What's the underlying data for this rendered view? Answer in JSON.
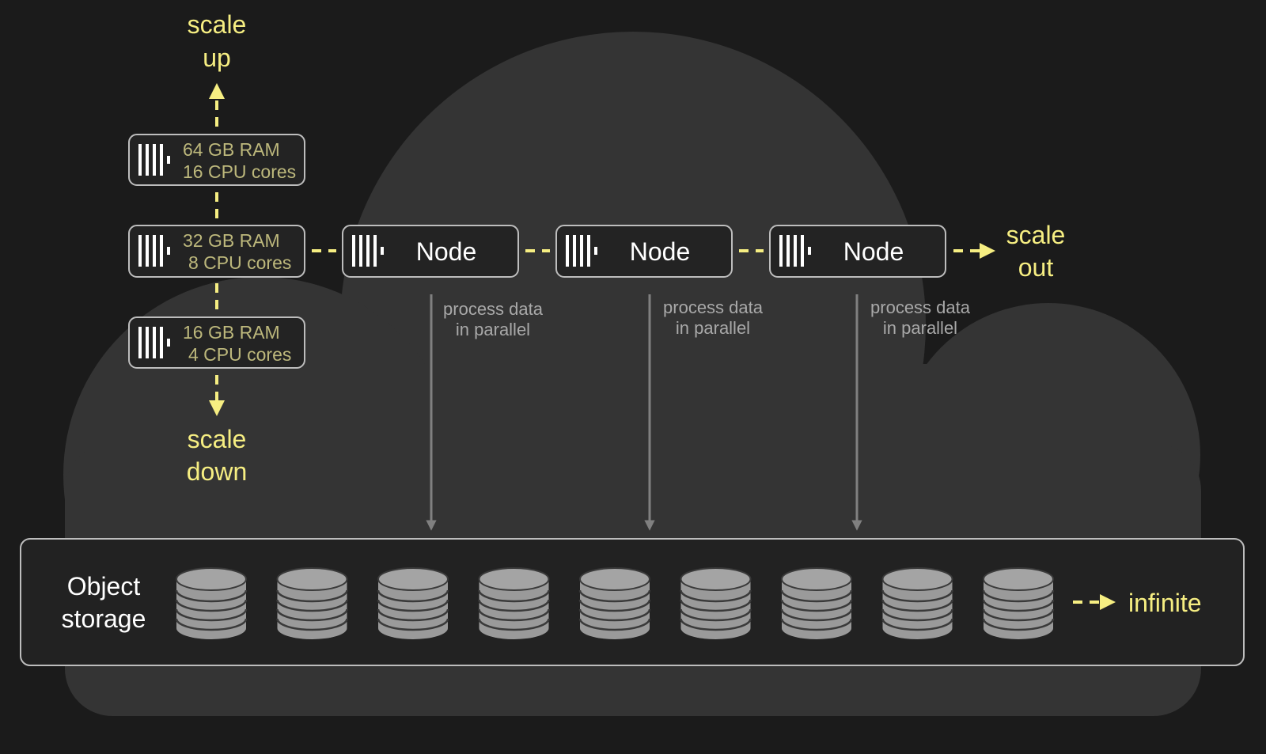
{
  "colors": {
    "background": "#1b1b1b",
    "cloud": "#343434",
    "accent_yellow": "#f6ee82",
    "spec_text": "#bdb87c",
    "arrow_gray": "#808080",
    "box_border": "#bdbdbd"
  },
  "scaling": {
    "up_label": [
      "scale",
      "up"
    ],
    "down_label": [
      "scale",
      "down"
    ],
    "out_label": [
      "scale",
      "out"
    ]
  },
  "vertical_nodes": [
    {
      "ram": "64 GB RAM",
      "cpu": "16 CPU cores",
      "icon": "clickhouse-logo-icon"
    },
    {
      "ram": "32 GB RAM",
      "cpu": "8 CPU cores",
      "icon": "clickhouse-logo-icon"
    },
    {
      "ram": "16 GB RAM",
      "cpu": "4 CPU cores",
      "icon": "clickhouse-logo-icon"
    }
  ],
  "horizontal_nodes": [
    {
      "label": "Node",
      "note": [
        "process data",
        "in parallel"
      ],
      "icon": "clickhouse-logo-icon"
    },
    {
      "label": "Node",
      "note": [
        "process data",
        "in parallel"
      ],
      "icon": "clickhouse-logo-icon"
    },
    {
      "label": "Node",
      "note": [
        "process data",
        "in parallel"
      ],
      "icon": "clickhouse-logo-icon"
    }
  ],
  "object_storage": {
    "title": [
      "Object",
      "storage"
    ],
    "disk_count": 9,
    "disk_icon": "database-stack-icon",
    "extent_label": "infinite"
  }
}
